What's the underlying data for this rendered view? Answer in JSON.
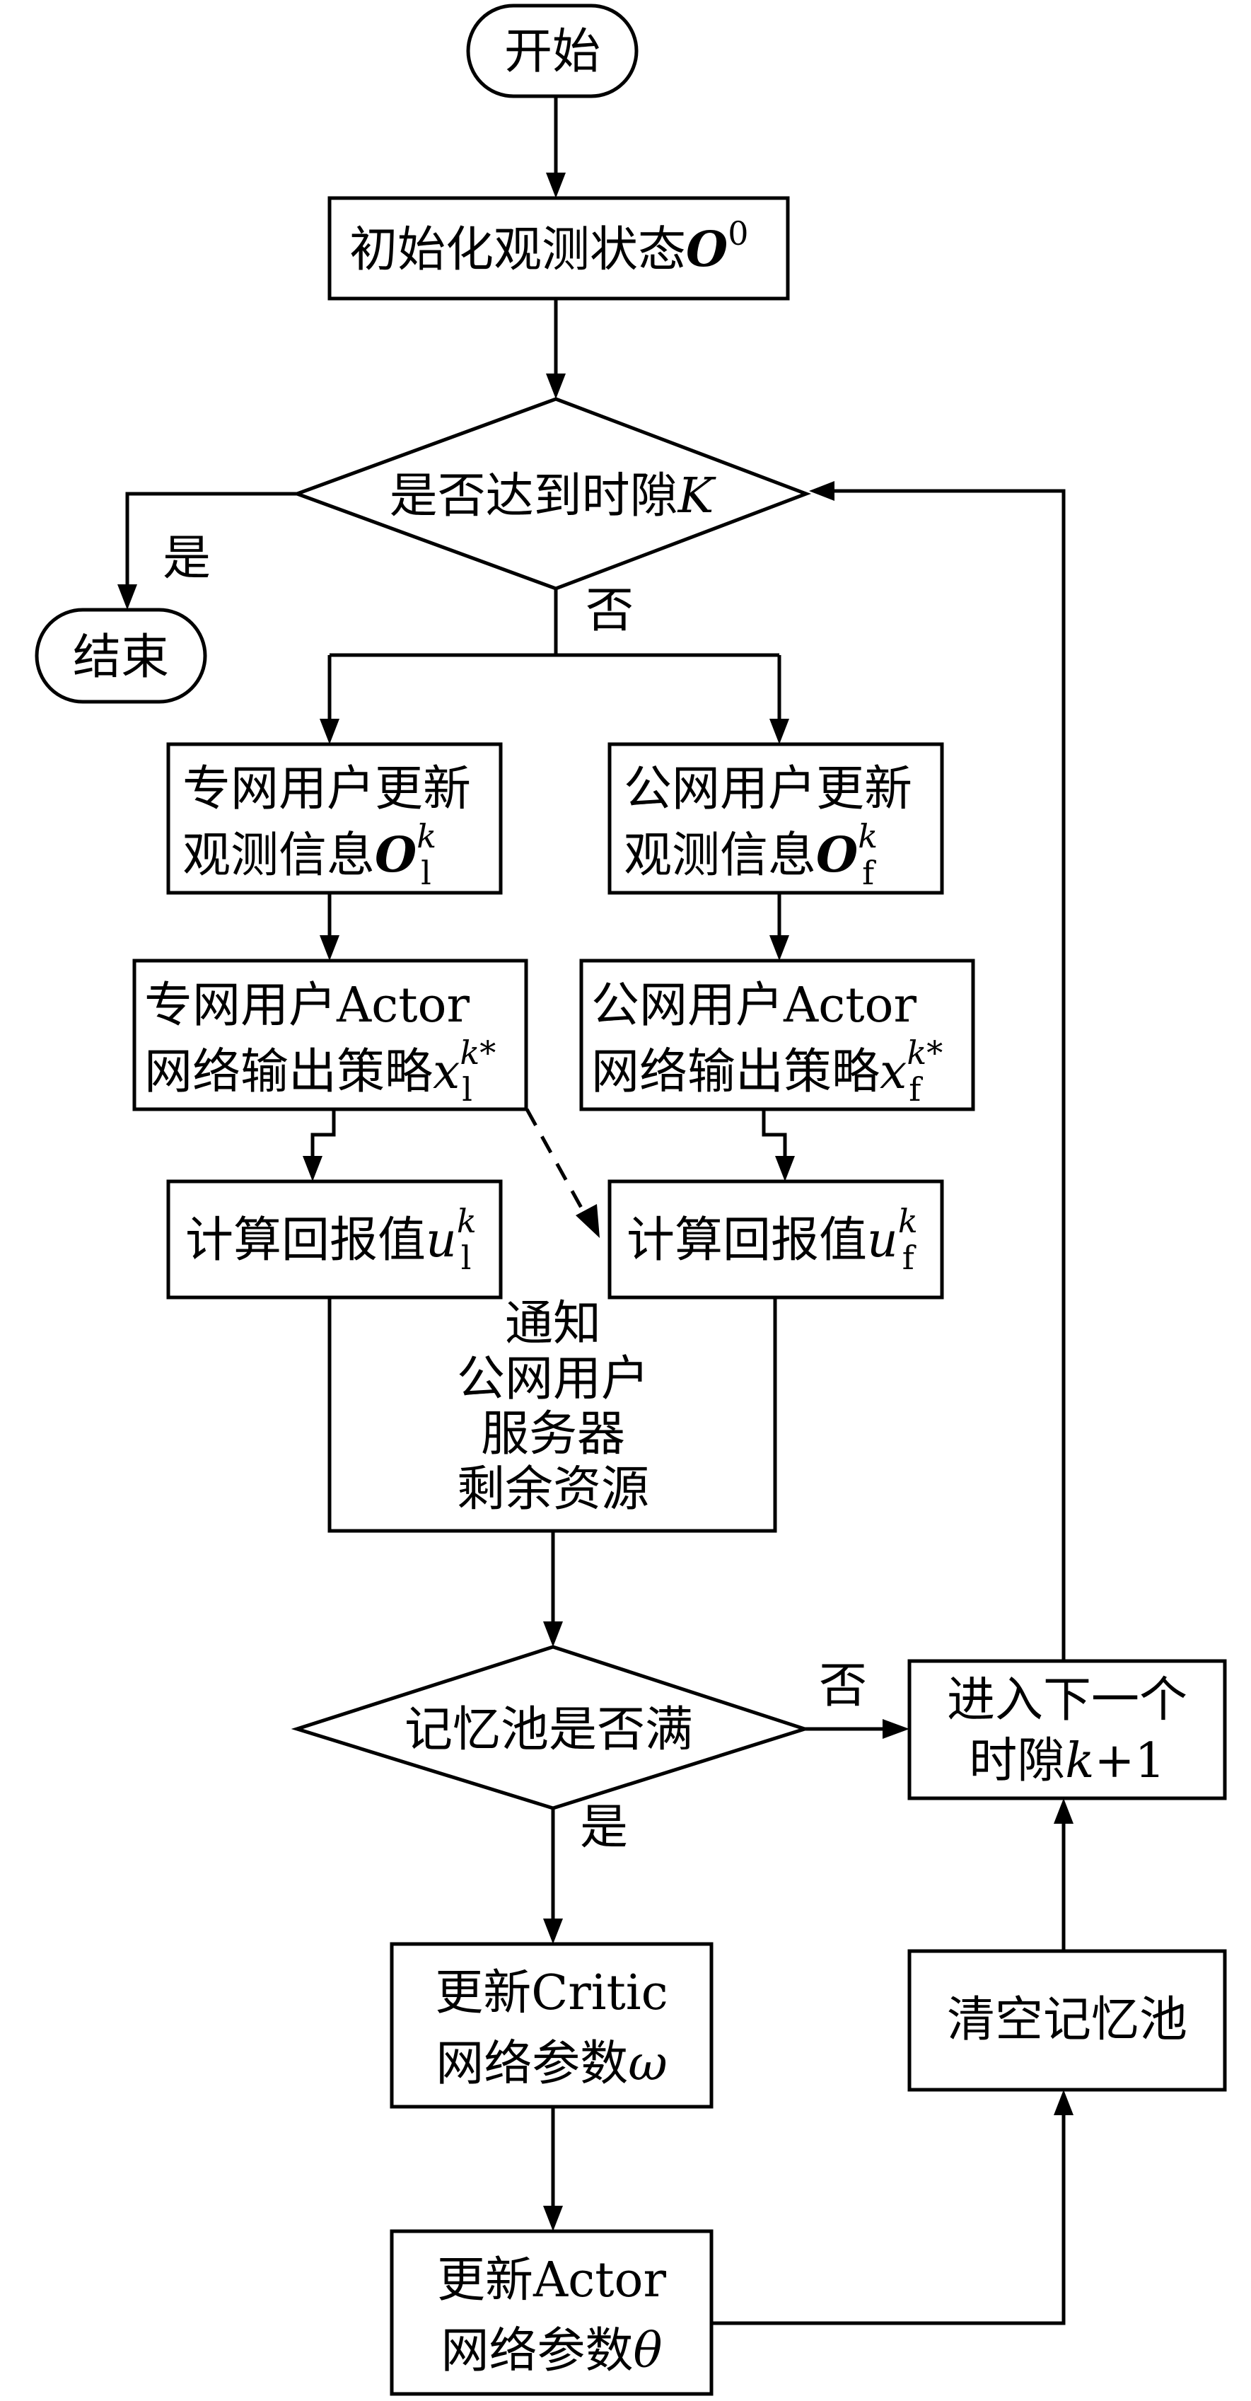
{
  "nodes": {
    "start": {
      "label": "开始"
    },
    "init": {
      "label": "初始化观测状态",
      "sym": "O",
      "sup": "0"
    },
    "decision_k": {
      "label": "是否达到时隙",
      "sym": "K"
    },
    "end": {
      "label": "结束"
    },
    "yes_to_end": "是",
    "no_k": "否",
    "private_update": {
      "line1": "专网用户更新",
      "line2": "观测信息",
      "sym": "O",
      "sup": "k",
      "sub": "l"
    },
    "public_update": {
      "line1": "公网用户更新",
      "line2": "观测信息",
      "sym": "O",
      "sup": "k",
      "sub": "f"
    },
    "private_actor": {
      "line1": "专网用户Actor",
      "line2": "网络输出策略",
      "sym": "x",
      "sup": "k*",
      "sub": "l"
    },
    "public_actor": {
      "line1": "公网用户Actor",
      "line2": "网络输出策略",
      "sym": "x",
      "sup": "k*",
      "sub": "f"
    },
    "private_reward": {
      "label": "计算回报值",
      "sym": "u",
      "sup": "k",
      "sub": "l"
    },
    "public_reward": {
      "label": "计算回报值",
      "sym": "u",
      "sup": "k",
      "sub": "f"
    },
    "notify": {
      "lines": [
        "通知",
        "公网用户",
        "服务器",
        "剩余资源"
      ]
    },
    "memory_full": {
      "label": "记忆池是否满"
    },
    "no_mem": "否",
    "yes_mem": "是",
    "next_slot": {
      "line1": "进入下一个",
      "line2": "时隙",
      "sym": "k",
      "rest": "+1"
    },
    "update_critic": {
      "line1": "更新Critic",
      "line2": "网络参数",
      "sym": "ω"
    },
    "clear_memory": {
      "label": "清空记忆池"
    },
    "update_actor": {
      "line1": "更新Actor",
      "line2": "网络参数",
      "sym": "θ"
    }
  }
}
